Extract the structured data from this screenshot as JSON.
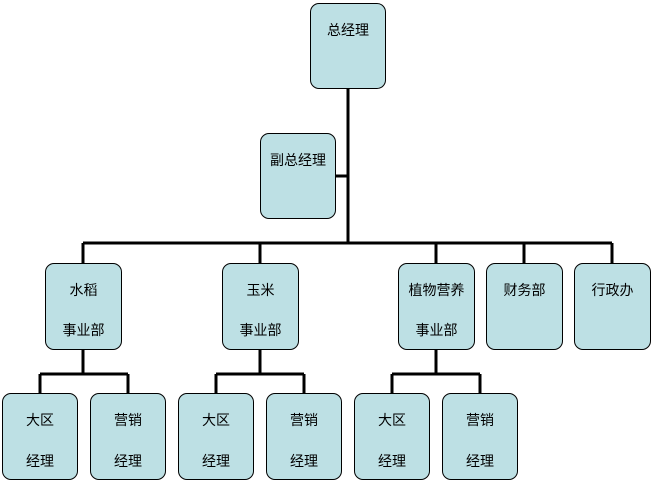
{
  "nodes": [
    {
      "id": "gm",
      "line1": "总经理",
      "line2": ""
    },
    {
      "id": "vgm",
      "line1": "副总经理",
      "line2": ""
    },
    {
      "id": "rice",
      "line1": "水稻",
      "line2": "事业部"
    },
    {
      "id": "corn",
      "line1": "玉米",
      "line2": "事业部"
    },
    {
      "id": "pn",
      "line1": "植物营养",
      "line2": "事业部"
    },
    {
      "id": "fin",
      "line1": "财务部",
      "line2": ""
    },
    {
      "id": "adm",
      "line1": "行政办",
      "line2": ""
    },
    {
      "id": "r1",
      "line1": "大区",
      "line2": "经理"
    },
    {
      "id": "r2",
      "line1": "营销",
      "line2": "经理"
    },
    {
      "id": "c1",
      "line1": "大区",
      "line2": "经理"
    },
    {
      "id": "c2",
      "line1": "营销",
      "line2": "经理"
    },
    {
      "id": "p1",
      "line1": "大区",
      "line2": "经理"
    },
    {
      "id": "p2",
      "line1": "营销",
      "line2": "经理"
    }
  ],
  "connectors": [
    {
      "from": "gm",
      "to": "vgm"
    },
    {
      "from": "gm",
      "to": "rice"
    },
    {
      "from": "gm",
      "to": "corn"
    },
    {
      "from": "gm",
      "to": "pn"
    },
    {
      "from": "gm",
      "to": "fin"
    },
    {
      "from": "gm",
      "to": "adm"
    },
    {
      "from": "rice",
      "to": "r1"
    },
    {
      "from": "rice",
      "to": "r2"
    },
    {
      "from": "corn",
      "to": "c1"
    },
    {
      "from": "corn",
      "to": "c2"
    },
    {
      "from": "pn",
      "to": "p1"
    },
    {
      "from": "pn",
      "to": "p2"
    }
  ],
  "colors": {
    "box_fill": "#bde0e4",
    "line": "#000000"
  }
}
